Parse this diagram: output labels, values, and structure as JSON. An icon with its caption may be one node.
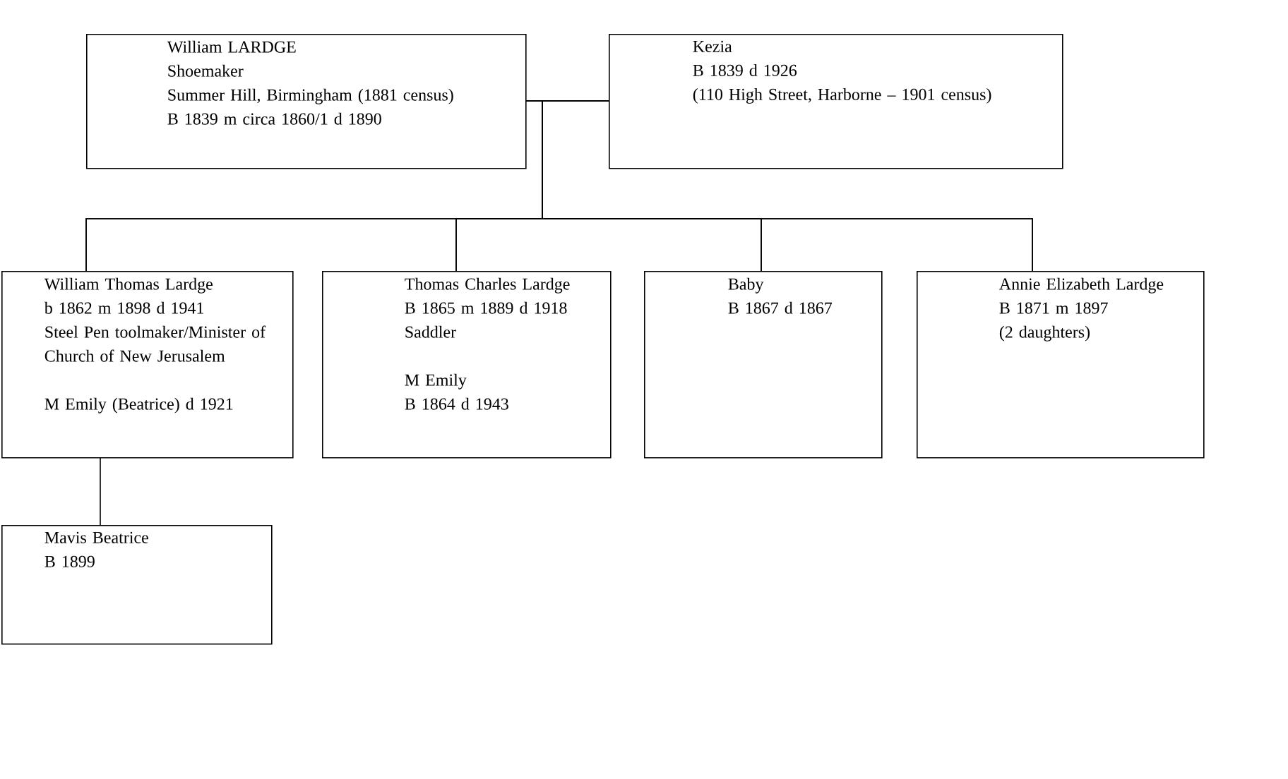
{
  "diagram": {
    "nodes": [
      {
        "text": [
          "William LARDGE",
          "Shoemaker",
          "Summer Hill, Birmingham (1881 census)",
          "B 1839 m circa 1860/1 d 1890"
        ]
      },
      {
        "text": [
          "Kezia",
          "B 1839 d 1926",
          "(110 High Street, Harborne – 1901 census)"
        ]
      },
      {
        "text": [
          "William Thomas Lardge",
          "b 1862 m 1898 d 1941",
          "Steel Pen toolmaker/Minister of Church of New Jerusalem",
          "M Emily (Beatrice) d 1921"
        ]
      },
      {
        "text": [
          "Thomas Charles Lardge",
          "B 1865 m 1889 d 1918",
          "Saddler",
          "M Emily",
          "B 1864 d 1943"
        ]
      },
      {
        "text": [
          "Baby",
          "B 1867 d 1867"
        ]
      },
      {
        "text": [
          "Annie Elizabeth Lardge",
          "B 1871 m 1897",
          "(2 daughters)"
        ]
      },
      {
        "text": [
          "Mavis Beatrice",
          "B 1899"
        ]
      }
    ],
    "edges": [
      {
        "from": 0,
        "to": 1,
        "arrow": "none"
      },
      {
        "from": 0,
        "to": 2,
        "arrow": "none"
      },
      {
        "from": 0,
        "to": 3,
        "arrow": "none"
      },
      {
        "from": 0,
        "to": 4,
        "arrow": "none"
      },
      {
        "from": 0,
        "to": 5,
        "arrow": "none"
      },
      {
        "from": 1,
        "to": 2,
        "arrow": "none"
      },
      {
        "from": 1,
        "to": 3,
        "arrow": "none"
      },
      {
        "from": 1,
        "to": 4,
        "arrow": "none"
      },
      {
        "from": 1,
        "to": 5,
        "arrow": "none"
      },
      {
        "from": 2,
        "to": 6,
        "arrow": "none"
      }
    ]
  }
}
